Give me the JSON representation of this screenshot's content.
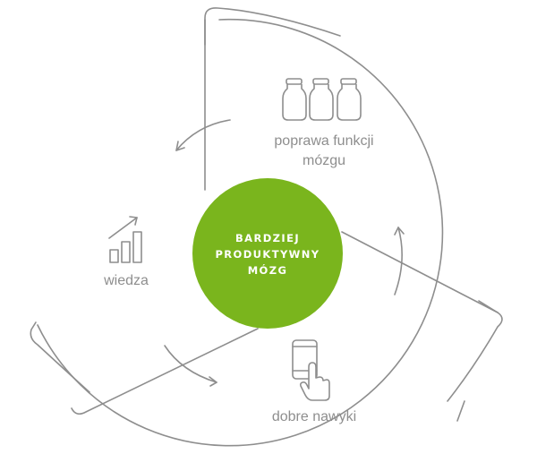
{
  "center": {
    "line1": "BARDZIEJ",
    "line2": "PRODUKTYWNY",
    "line3": "MÓZG"
  },
  "segments": {
    "top": {
      "line1": "poprawa funkcji",
      "line2": "mózgu",
      "icon": "jars-icon"
    },
    "left": {
      "line1": "wiedza",
      "icon": "growth-chart-icon"
    },
    "bottom": {
      "line1": "dobre nawyki",
      "icon": "smartphone-tap-icon"
    }
  },
  "colors": {
    "accent": "#7ab51d",
    "stroke": "#8e8e8e",
    "label": "#8e8e8e",
    "center_text": "#ffffff"
  }
}
